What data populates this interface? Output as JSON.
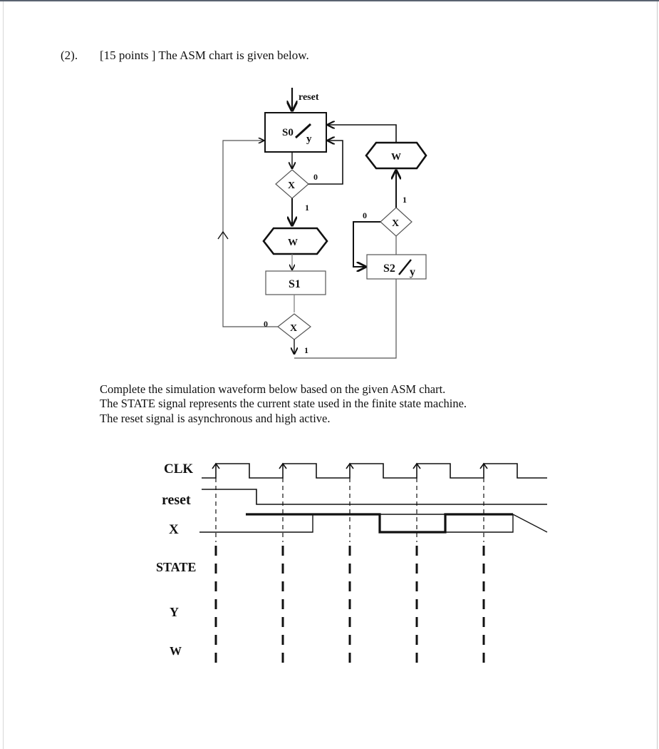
{
  "question": {
    "number": "(2).",
    "text": "[15 points ] The ASM chart is given below."
  },
  "asm_chart": {
    "reset_label": "reset",
    "s0_state": "S0",
    "s0_output": "y",
    "s1_state": "S1",
    "s2_state": "S2",
    "s2_output": "y",
    "w_label": "W",
    "x_label": "X",
    "branch_0": "0",
    "branch_1": "1"
  },
  "instructions": [
    "Complete the simulation waveform below based on the given ASM chart.",
    "The STATE signal represents the current state used in the finite state machine.",
    "The reset signal is asynchronous and high active."
  ],
  "waveform": {
    "signals": {
      "clk": "CLK",
      "reset": "reset",
      "x": "X",
      "state": "STATE",
      "y": "Y",
      "w": "W"
    },
    "clock_cycles": 5,
    "reset_levels": [
      1,
      0,
      0,
      0,
      0
    ],
    "x_levels": [
      0,
      1,
      1,
      0,
      1
    ]
  },
  "colors": {
    "ink": "#111111",
    "frame_top": "#5a6270",
    "box_gray": "#555555"
  }
}
